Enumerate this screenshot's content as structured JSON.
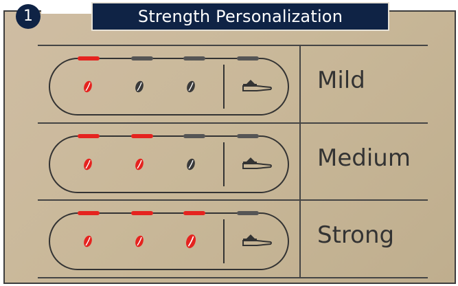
{
  "header": {
    "step_number": "1",
    "title": "Strength Personalization"
  },
  "colors": {
    "accent_red": "#e5231f",
    "inactive_gray": "#555555",
    "navy": "#0f2345",
    "panel": "#c9b899"
  },
  "rows": [
    {
      "label": "Mild",
      "indicators_on": [
        true,
        false,
        false,
        false
      ],
      "beans": [
        "red",
        "dark",
        "dark"
      ]
    },
    {
      "label": "Medium",
      "indicators_on": [
        true,
        true,
        false,
        false
      ],
      "beans": [
        "red",
        "red",
        "dark"
      ]
    },
    {
      "label": "Strong",
      "indicators_on": [
        true,
        true,
        true,
        false
      ],
      "beans": [
        "red",
        "red",
        "red"
      ]
    }
  ]
}
